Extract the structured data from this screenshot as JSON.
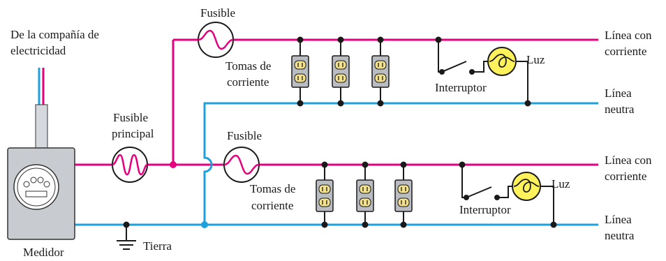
{
  "labels": {
    "source_line1": "De la compañía de",
    "source_line2": "electricidad",
    "meter": "Medidor",
    "ground": "Tierra",
    "main_fuse_line1": "Fusible",
    "main_fuse_line2": "principal",
    "fuse_top": "Fusible",
    "fuse_bottom": "Fusible",
    "outlets_top_line1": "Tomas de",
    "outlets_top_line2": "corriente",
    "outlets_bottom_line1": "Tomas de",
    "outlets_bottom_line2": "corriente",
    "switch_top": "Interruptor",
    "switch_bottom": "Interruptor",
    "light_top": "Luz",
    "light_bottom": "Luz",
    "live_top_line1": "Línea con",
    "live_top_line2": "corriente",
    "neutral_top_line1": "Línea",
    "neutral_top_line2": "neutra",
    "live_bottom_line1": "Línea con",
    "live_bottom_line2": "corriente",
    "neutral_bottom_line1": "Línea",
    "neutral_bottom_line2": "neutra"
  },
  "colors": {
    "live_wire": "#e6007e",
    "neutral_wire": "#1ea0dc",
    "light_bulb": "#fff25a",
    "meter_gray": "#c8cbcf"
  }
}
